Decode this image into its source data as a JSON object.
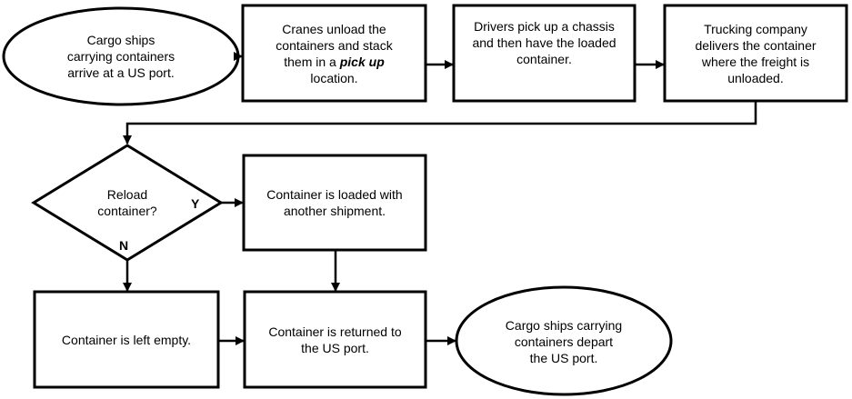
{
  "nodes": {
    "arrive": {
      "lines": [
        "Cargo ships",
        "carrying containers",
        "arrive at a US port."
      ]
    },
    "unload": {
      "line1": "Cranes unload the",
      "line2": "containers and stack",
      "line3_pre": "them in a ",
      "line3_em": "pick up",
      "line4": "location."
    },
    "drivers": {
      "lines": [
        "Drivers pick up a chassis",
        "and then have the loaded",
        "container."
      ]
    },
    "trucking": {
      "lines": [
        "Trucking company",
        "delivers the container",
        "where the freight is",
        "unloaded."
      ]
    },
    "reload": {
      "lines": [
        "Reload",
        "container?"
      ]
    },
    "loaded": {
      "lines": [
        "Container is loaded with",
        "another shipment."
      ]
    },
    "empty": {
      "lines": [
        "Container is left empty."
      ]
    },
    "returned": {
      "lines": [
        "Container is returned to",
        "the US port."
      ]
    },
    "depart": {
      "lines": [
        "Cargo ships carrying",
        "containers depart",
        "the US port."
      ]
    }
  },
  "branch_labels": {
    "yes": "Y",
    "no": "N"
  }
}
